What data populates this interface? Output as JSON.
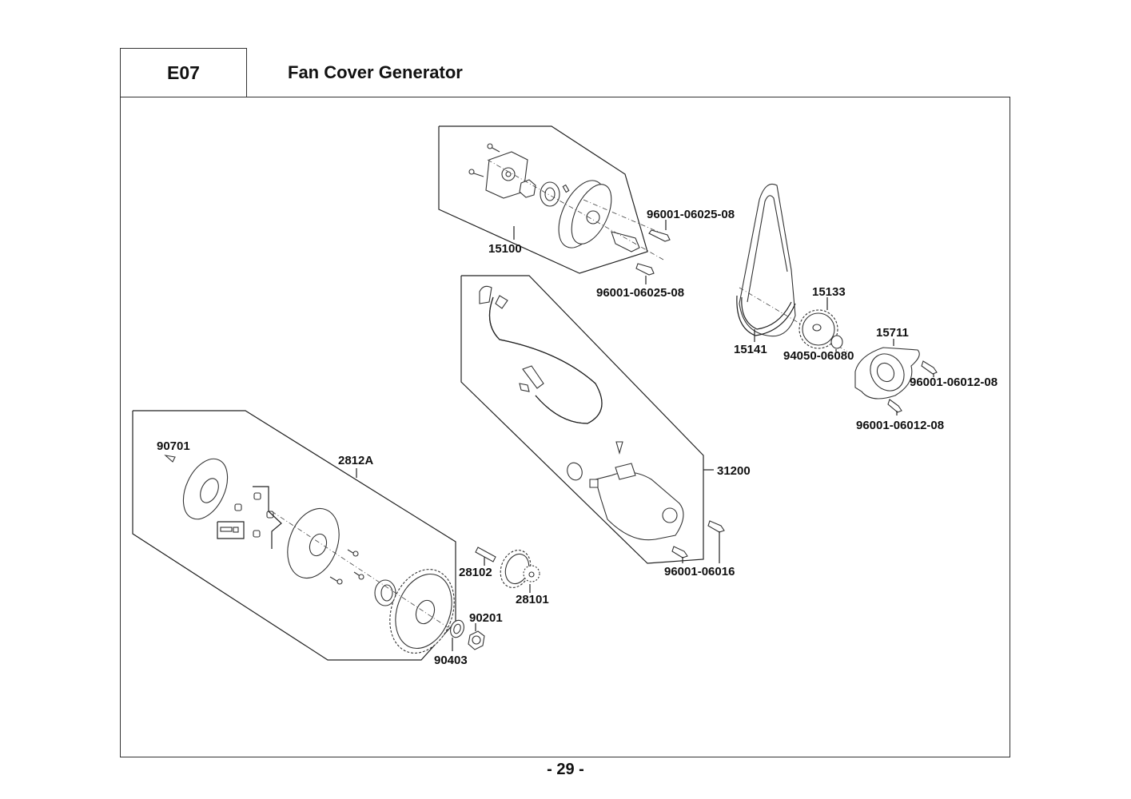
{
  "header": {
    "section_code": "E07",
    "title": "Fan Cover  Generator"
  },
  "page_number": "- 29 -",
  "parts": {
    "p15100": "15100",
    "p96001_06025_08_a": "96001-06025-08",
    "p96001_06025_08_b": "96001-06025-08",
    "p15133": "15133",
    "p15141": "15141",
    "p94050_06080": "94050-06080",
    "p15711": "15711",
    "p96001_06012_08_a": "96001-06012-08",
    "p96001_06012_08_b": "96001-06012-08",
    "p31200": "31200",
    "p96001_06016": "96001-06016",
    "p90701": "90701",
    "p2812A": "2812A",
    "p28102": "28102",
    "p28101": "28101",
    "p90201": "90201",
    "p90403": "90403"
  }
}
